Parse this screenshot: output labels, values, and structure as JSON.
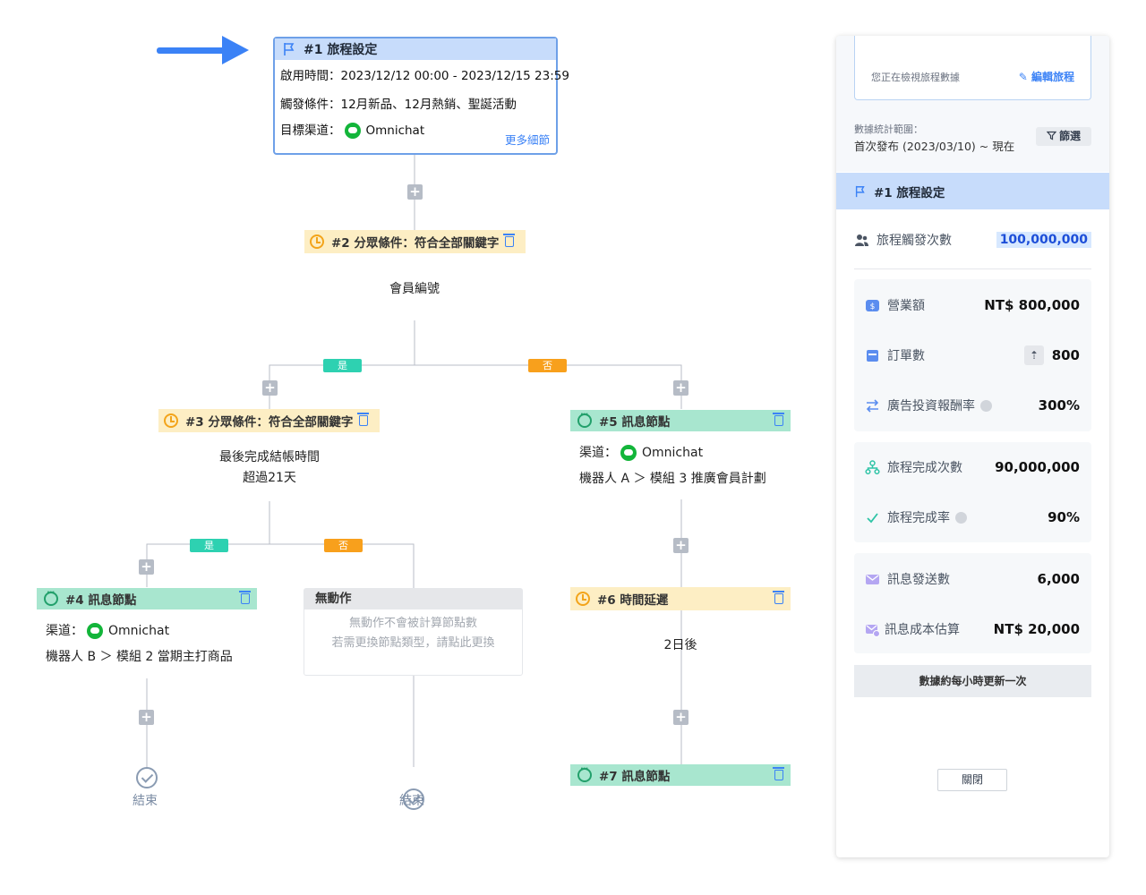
{
  "flow": {
    "node1": {
      "title": "#1 旅程設定",
      "start_time": "啟用時間：2023/12/12 00:00 - 2023/12/15 23:59",
      "trigger": "觸發條件：12月新品、12月熱銷、聖誕活動",
      "channel_label": "目標渠道：",
      "channel_name": "Omnichat",
      "more": "更多細節"
    },
    "node2": {
      "title": "#2 分眾條件：符合全部關鍵字",
      "detail": "會員編號"
    },
    "node3": {
      "title": "#3 分眾條件：符合全部關鍵字",
      "detail_line1": "最後完成結帳時間",
      "detail_line2": "超過21天"
    },
    "node4": {
      "title": "#4 訊息節點",
      "channel_label": "渠道：",
      "channel_name": "Omnichat",
      "detail": "機器人 B ＞ 模組 2 當期主打商品"
    },
    "node5": {
      "title": "#5 訊息節點",
      "channel_label": "渠道：",
      "channel_name": "Omnichat",
      "detail": "機器人 A ＞ 模組 3 推廣會員計劃"
    },
    "node6": {
      "title": "#6 時間延遲",
      "detail": "2日後"
    },
    "node7": {
      "title": "#7 訊息節點"
    },
    "no_action": {
      "title": "無動作",
      "line1": "無動作不會被計算節點數",
      "line2": "若需更換節點類型，請點此更換"
    },
    "yes": "是",
    "no": "否",
    "end": "結束",
    "plus": "+"
  },
  "panel": {
    "viewing_hint": "您正在檢視旅程數據",
    "edit": "編輯旅程",
    "range_label": "數據統計範圍：",
    "range_value": "首次發布 (2023/03/10) ~ 現在",
    "filter": "篩選",
    "node_title": "#1 旅程設定",
    "trigger_label": "旅程觸發次數",
    "trigger_value": "100,000,000",
    "stats_sales": [
      {
        "label": "營業額",
        "value": "NT$ 800,000",
        "icon": "dollar-icon"
      },
      {
        "label": "訂單數",
        "value": "800",
        "icon": "box-icon"
      },
      {
        "label": "廣告投資報酬率",
        "value": "300%",
        "icon": "exchange-icon"
      }
    ],
    "stats_completion": [
      {
        "label": "旅程完成次數",
        "value": "90,000,000",
        "icon": "hierarchy-icon"
      },
      {
        "label": "旅程完成率",
        "value": "90%",
        "icon": "check-icon"
      }
    ],
    "stats_message": [
      {
        "label": "訊息發送數",
        "value": "6,000",
        "icon": "mail-icon"
      },
      {
        "label": "訊息成本估算",
        "value": "NT$ 20,000",
        "icon": "mail-cost-icon"
      }
    ],
    "updated_note": "數據約每小時更新一次",
    "close": "關閉"
  },
  "colors": {
    "accent_blue": "#3b82f6",
    "setting_header": "#c7dcfb",
    "condition_header": "#fdeec4",
    "message_header": "#a8e6cf",
    "yes_pill": "#2ed1b1",
    "no_pill": "#f8a01c"
  }
}
